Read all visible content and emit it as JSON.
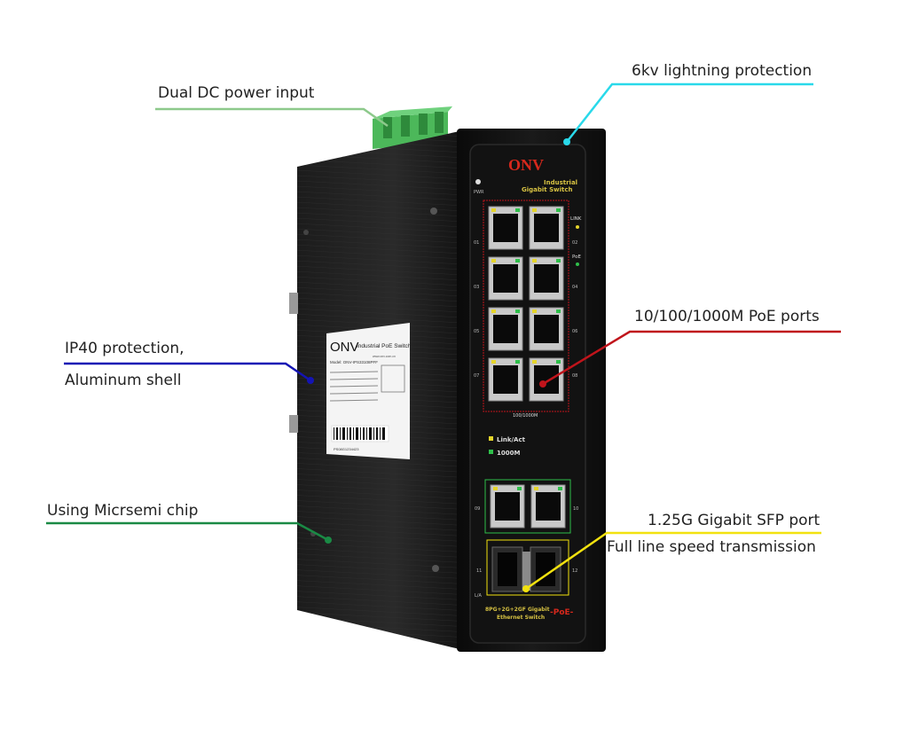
{
  "callouts": {
    "power": {
      "text": "Dual DC power input",
      "color": "#8dc98b"
    },
    "lightning": {
      "text": "6kv lightning protection",
      "color": "#29d9ea"
    },
    "ports": {
      "text": "10/100/1000M PoE ports",
      "color": "#c0141b"
    },
    "ip40_line1": "IP40 protection,",
    "ip40_line2": "Aluminum shell",
    "ip40_color": "#1414b4",
    "chip": {
      "text": "Using Micrsemi chip",
      "color": "#1a8a45"
    },
    "sfp_line1": "1.25G Gigabit SFP port",
    "sfp_line2": "Full line speed transmission",
    "sfp_color": "#f2e20f"
  },
  "device": {
    "brand": "ONV",
    "title_line1": "Industrial",
    "title_line2": "Gigabit Switch",
    "pwr_label": "PWR",
    "link_label": "LINK",
    "poe_label": "PoE",
    "port_group_label": "100/1000M",
    "legend_linkact": "Link/Act",
    "legend_1000m": "1000M",
    "model_line1": "8PG+2G+2GF Gigabit",
    "model_line2": "Ethernet Switch",
    "poe_badge": "-PoE-",
    "port_numbers": [
      "01",
      "02",
      "03",
      "04",
      "05",
      "06",
      "07",
      "08"
    ],
    "uplink_numbers": [
      "09",
      "10"
    ],
    "sfp_numbers": [
      "11",
      "12"
    ],
    "sfp_led_label": "L/A",
    "side_label": {
      "brand": "ONV",
      "title": "Industrial PoE Switch",
      "model": "Model: ONV-IPS33108PFF",
      "url": "www.onv.com.cn",
      "serial": "PS08G1234423"
    }
  }
}
